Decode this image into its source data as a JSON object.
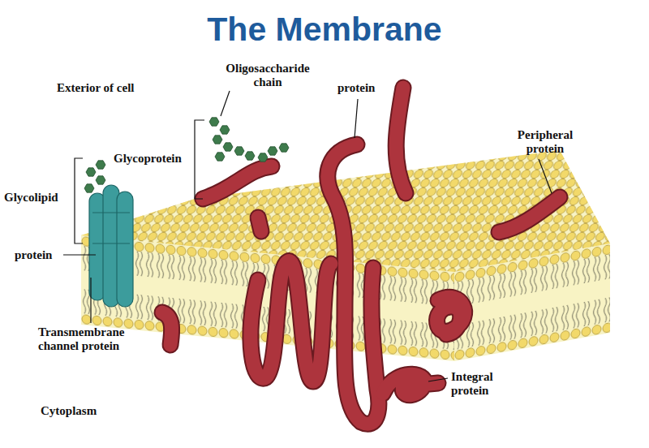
{
  "diagram": {
    "title": "The Membrane",
    "labels": [
      "Exterior of cell",
      "Oligosaccharide chain",
      "protein",
      "Glycoprotein",
      "Peripheral protein",
      "Glycolipid",
      "protein",
      "Transmembrane channel protein",
      "Integral protein",
      "Cytoplasm"
    ]
  }
}
